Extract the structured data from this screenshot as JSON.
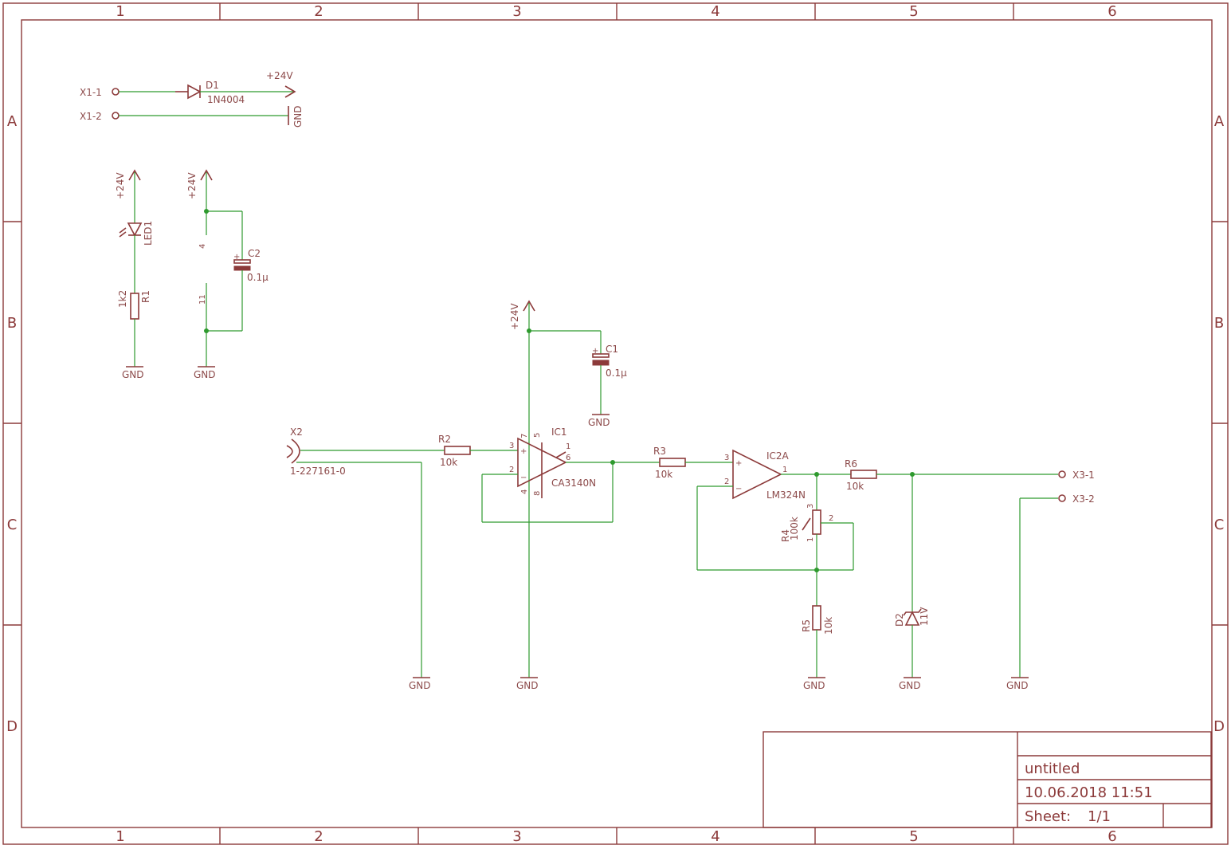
{
  "frame": {
    "col_labels": [
      "1",
      "2",
      "3",
      "4",
      "5",
      "6"
    ],
    "row_labels": [
      "A",
      "B",
      "C",
      "D"
    ]
  },
  "title_block": {
    "title": "untitled",
    "datetime": "10.06.2018 11:51",
    "sheet_label": "Sheet:",
    "sheet_value": "1/1"
  },
  "nets": {
    "vcc": "+24V",
    "gnd": "GND"
  },
  "connectors": {
    "x1_1": "X1-1",
    "x1_2": "X1-2",
    "x2_name": "X2",
    "x2_value": "1-227161-0",
    "x3_1": "X3-1",
    "x3_2": "X3-2"
  },
  "parts": {
    "d1_name": "D1",
    "d1_value": "1N4004",
    "led1_name": "LED1",
    "r1_name": "R1",
    "r1_value": "1k2",
    "c2_name": "C2",
    "c2_value": "0.1µ",
    "c1_name": "C1",
    "c1_value": "0.1µ",
    "r2_name": "R2",
    "r2_value": "10k",
    "ic1_name": "IC1",
    "ic1_value": "CA3140N",
    "r3_name": "R3",
    "r3_value": "10k",
    "ic2a_name": "IC2A",
    "ic2a_value": "LM324N",
    "r6_name": "R6",
    "r6_value": "10k",
    "r4_name": "R4",
    "r4_value": "100k",
    "r5_name": "R5",
    "r5_value": "10k",
    "d2_name": "D2",
    "d2_value": "11V"
  },
  "pins": {
    "p1": "1",
    "p2": "2",
    "p3": "3",
    "p4": "4",
    "p5": "5",
    "p6": "6",
    "p7": "7",
    "p8": "8",
    "p11": "11",
    "plus": "+",
    "minus": "−"
  }
}
